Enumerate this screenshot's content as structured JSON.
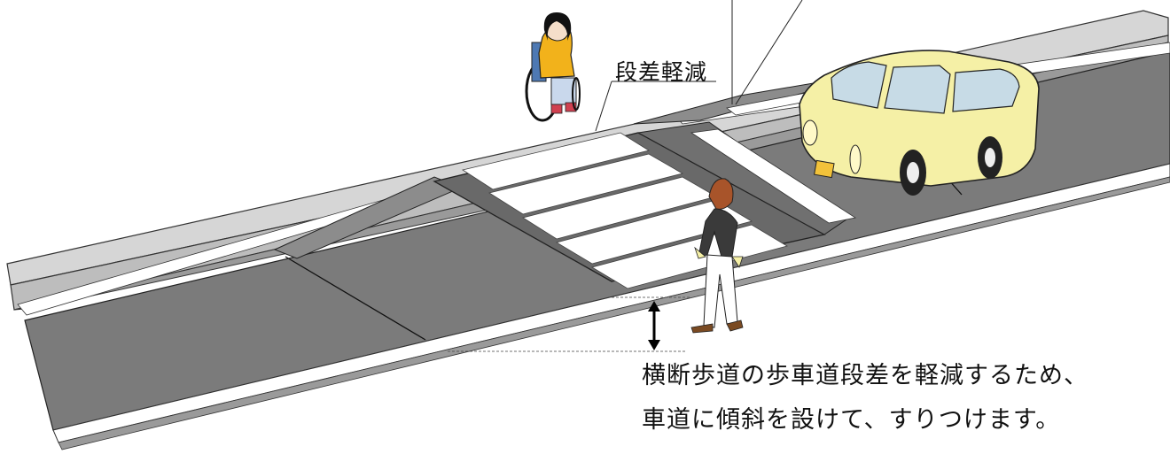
{
  "labels": {
    "step_reduction": "段差軽減"
  },
  "caption": {
    "line1": "横断歩道の歩車道段差を軽減するため、",
    "line2": "車道に傾斜を設けて、すりつけます。"
  },
  "colors": {
    "road": "#7a7a7a",
    "crosswalk_base": "#676767",
    "stripe": "#ffffff",
    "curb": "#d3d3d3",
    "car_body": "#f5f0a6",
    "car_window": "#c7dbe6",
    "pedestrian_jacket": "#3a3a3a",
    "wheelchair_user_shirt": "#f2b21b",
    "wheelchair_frame": "#4e79b3"
  }
}
